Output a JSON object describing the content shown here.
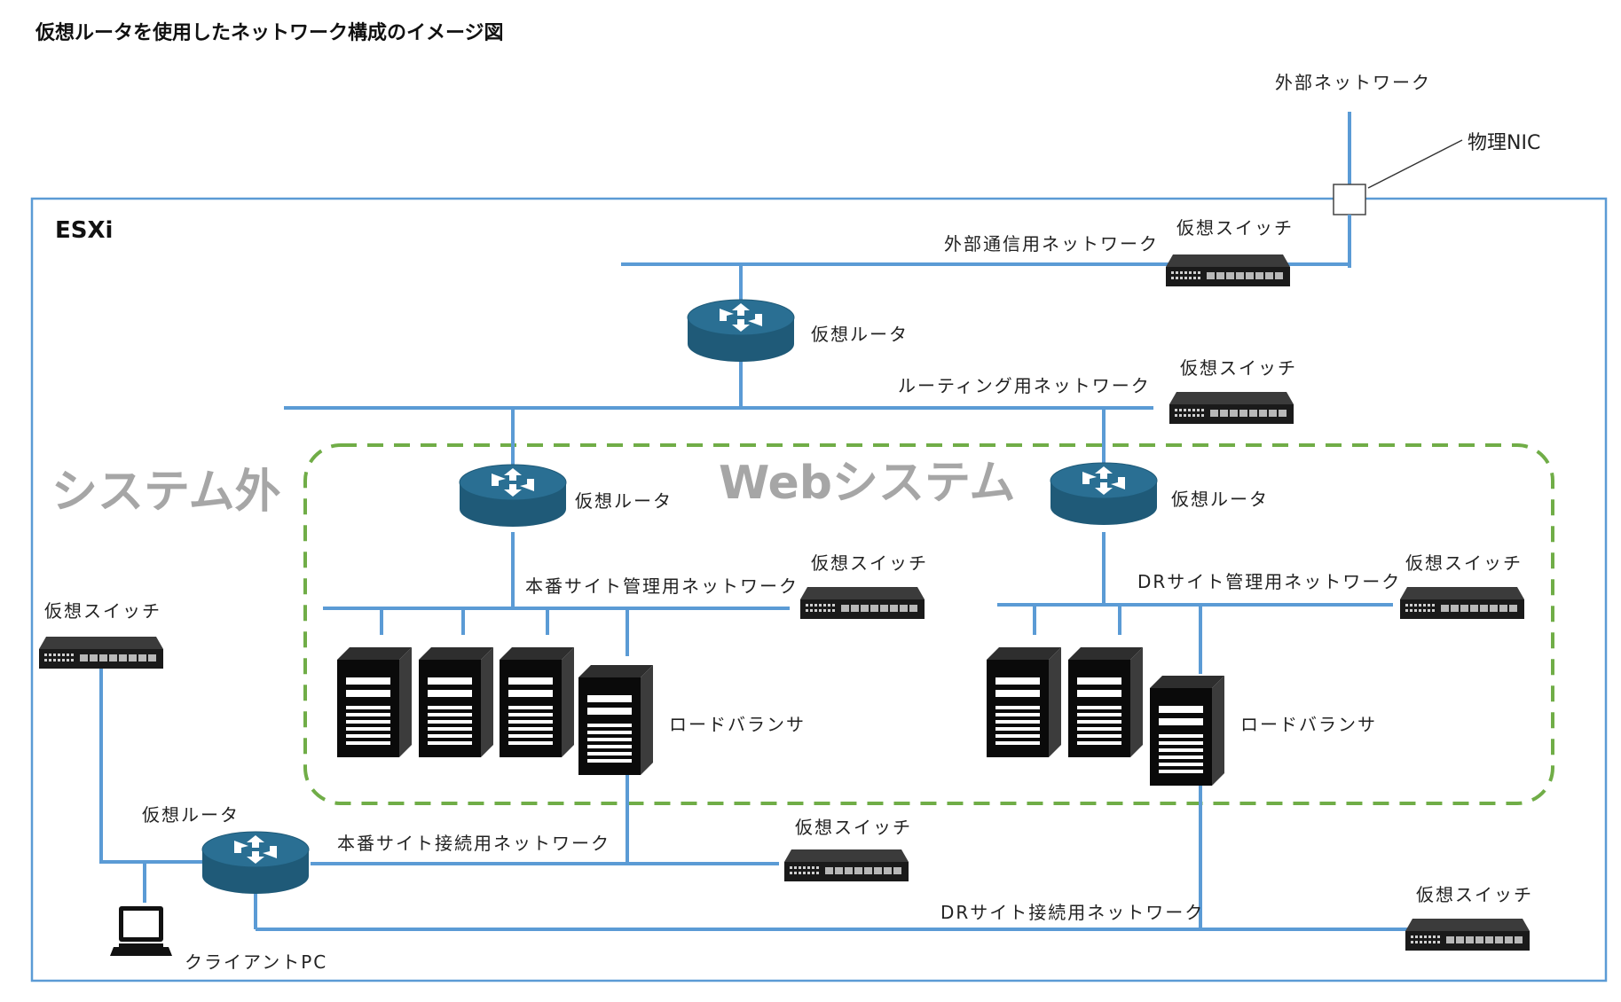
{
  "title": "仮想ルータを使用したネットワーク構成のイメージ図",
  "host_label": "ESXi",
  "zones": {
    "outside": "システム外",
    "web": "Webシステム"
  },
  "external_network": "外部ネットワーク",
  "physical_nic": "物理NIC",
  "networks": {
    "external_comm": "外部通信用ネットワーク",
    "routing": "ルーティング用ネットワーク",
    "prod_mgmt": "本番サイト管理用ネットワーク",
    "dr_mgmt": "DRサイト管理用ネットワーク",
    "prod_conn": "本番サイト接続用ネットワーク",
    "dr_conn": "DRサイト接続用ネットワーク"
  },
  "devices": {
    "router": "仮想ルータ",
    "switch": "仮想スイッチ",
    "load_balancer": "ロードバランサ",
    "client_pc": "クライアントPC"
  },
  "colors": {
    "network_line": "#5b9bd5",
    "host_border": "#5b9bd5",
    "web_zone_border": "#70ad47",
    "router_body": "#1f5a78",
    "router_top": "#2a6f93",
    "switch_body": "#1a1a1a",
    "zone_text": "#a6a6a6"
  }
}
